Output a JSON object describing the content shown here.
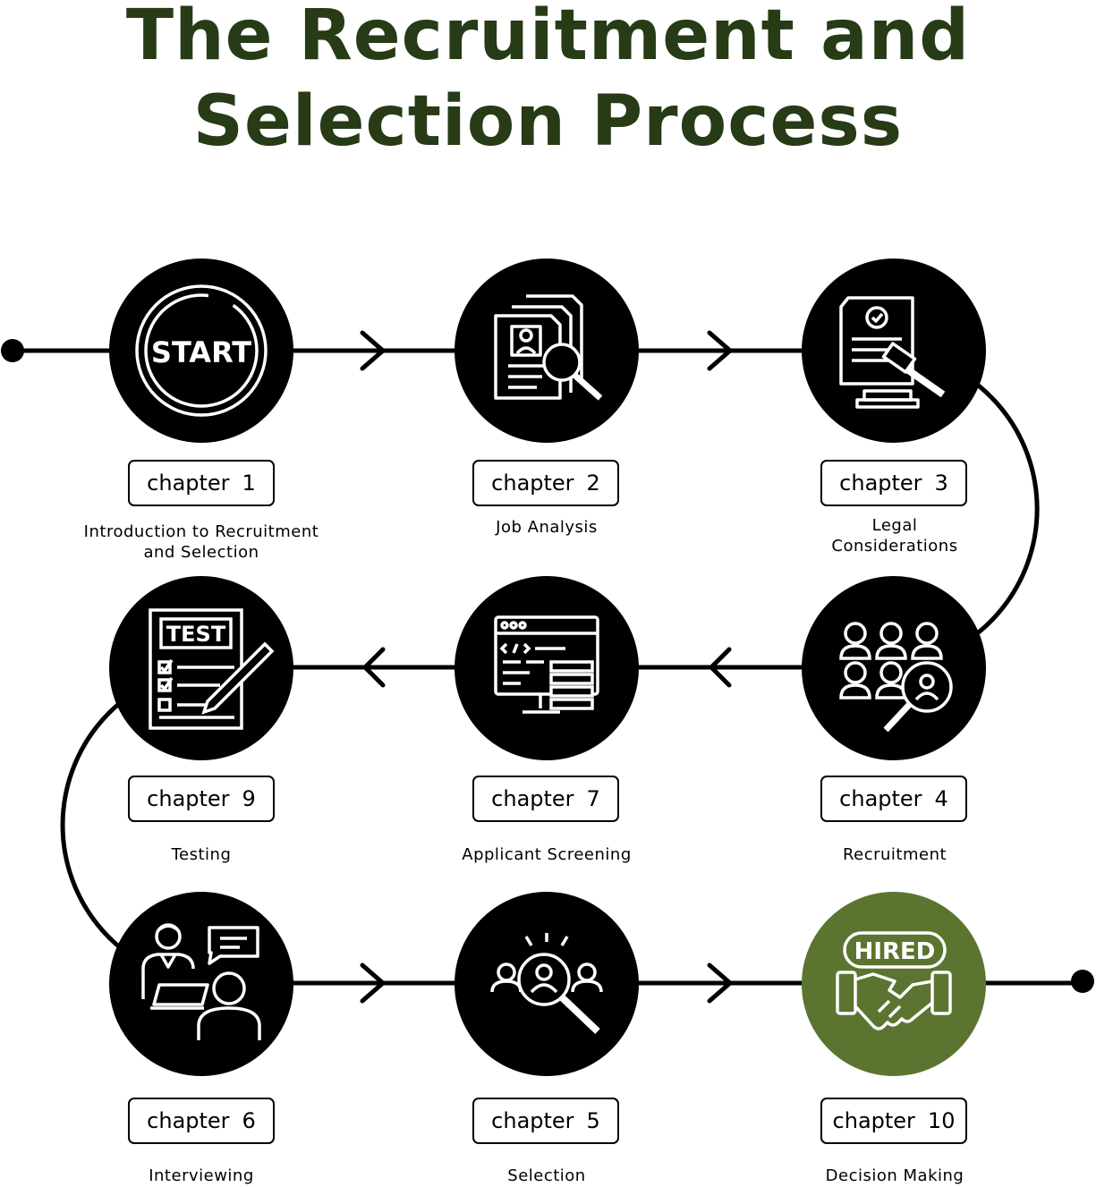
{
  "title": {
    "line1": "The Recruitment and",
    "line2": "Selection Process"
  },
  "colors": {
    "title": "#263b16",
    "node": "#000000",
    "final_node": "#5b7530",
    "line": "#000000"
  },
  "steps": [
    {
      "chapter_word": "chapter",
      "chapter_num": "1",
      "caption_line1": "Introduction to Recruitment",
      "caption_line2": "and Selection",
      "icon": "start-icon",
      "icon_text": "START"
    },
    {
      "chapter_word": "chapter",
      "chapter_num": "2",
      "caption_line1": "Job Analysis",
      "caption_line2": "",
      "icon": "document-search-icon"
    },
    {
      "chapter_word": "chapter",
      "chapter_num": "3",
      "caption_line1": "Legal",
      "caption_line2": "Considerations",
      "icon": "legal-gavel-icon"
    },
    {
      "chapter_word": "chapter",
      "chapter_num": "4",
      "caption_line1": "Recruitment",
      "caption_line2": "",
      "icon": "people-search-icon"
    },
    {
      "chapter_word": "chapter",
      "chapter_num": "7",
      "caption_line1": "Applicant Screening",
      "caption_line2": "",
      "icon": "code-screen-icon"
    },
    {
      "chapter_word": "chapter",
      "chapter_num": "9",
      "caption_line1": "Testing",
      "caption_line2": "",
      "icon": "test-sheet-icon",
      "icon_text": "TEST"
    },
    {
      "chapter_word": "chapter",
      "chapter_num": "6",
      "caption_line1": "Interviewing",
      "caption_line2": "",
      "icon": "interview-icon"
    },
    {
      "chapter_word": "chapter",
      "chapter_num": "5",
      "caption_line1": "Selection",
      "caption_line2": "",
      "icon": "candidate-search-icon"
    },
    {
      "chapter_word": "chapter",
      "chapter_num": "10",
      "caption_line1": "Decision Making",
      "caption_line2": "",
      "icon": "hired-handshake-icon",
      "icon_text": "HIRED"
    }
  ]
}
